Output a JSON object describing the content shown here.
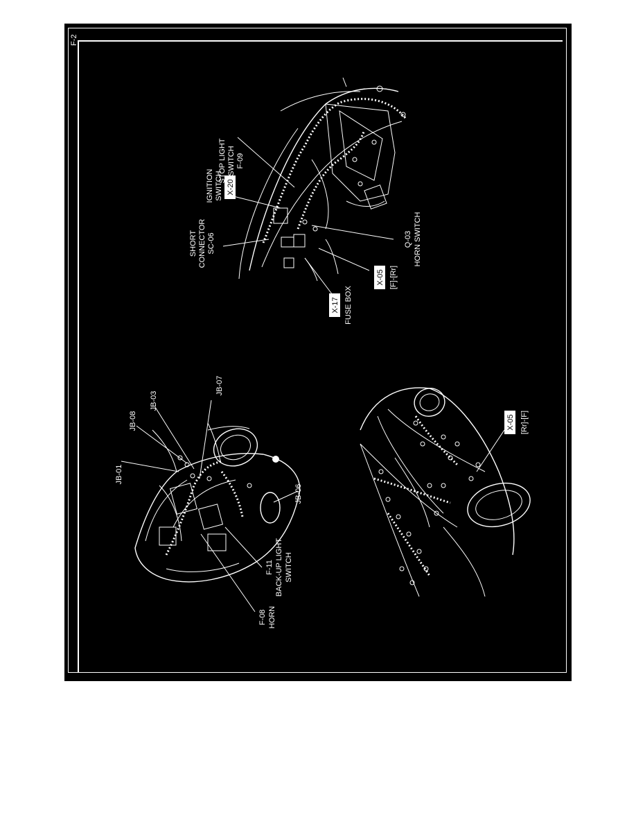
{
  "page_tag": "F-2",
  "interior_view": {
    "labels": {
      "stop_light_switch": [
        "STOP LIGHT",
        "SWITCH",
        "F-09"
      ],
      "ignition_switch": [
        "IGNITION",
        "SWITCH"
      ],
      "ignition_code": "X-20",
      "short_connector": [
        "SHORT",
        "CONNECTOR",
        "SC-06"
      ],
      "horn_switch": [
        "Q-03",
        "HORN SWITCH"
      ],
      "connector_x05_code": "X-05",
      "connector_x05_dir": "[F]-[Rr]",
      "fuse_box_code": "X-17",
      "fuse_box_label": "FUSE BOX"
    }
  },
  "engine_view": {
    "labels": {
      "jb01": "JB-01",
      "jb08": "JB-08",
      "jb03": "JB-03",
      "jb07": "JB-07",
      "jb06": "JB-06",
      "back_up_light_switch": [
        "F-11",
        "BACK-UP LIGHT",
        "SWITCH"
      ],
      "horn": [
        "F-08",
        "HORN"
      ]
    }
  },
  "body_view": {
    "labels": {
      "connector_x05_code": "X-05",
      "connector_x05_dir": "[Rr]-[F]"
    }
  },
  "colors": {
    "background": "#000000",
    "ink": "#ffffff",
    "paper": "#ffffff"
  }
}
